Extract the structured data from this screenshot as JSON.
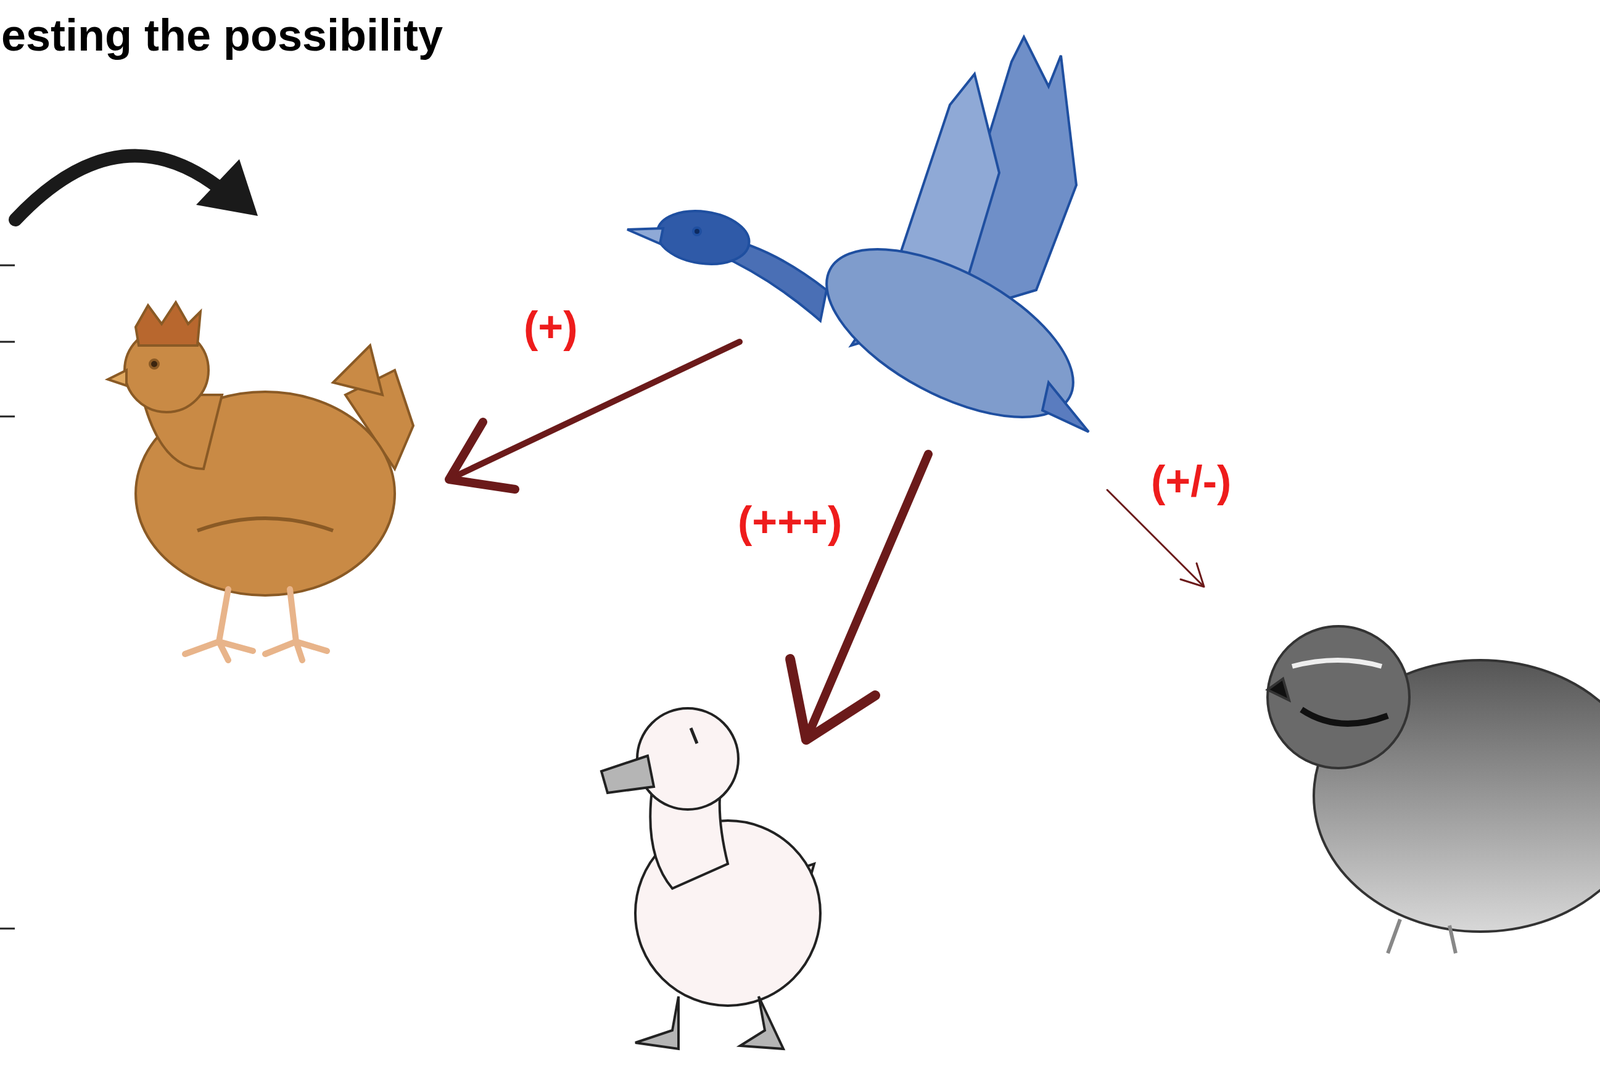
{
  "diagram": {
    "title": "esting the possibility",
    "labels": [
      "(+)",
      "(+++)",
      "(+/-)"
    ]
  }
}
